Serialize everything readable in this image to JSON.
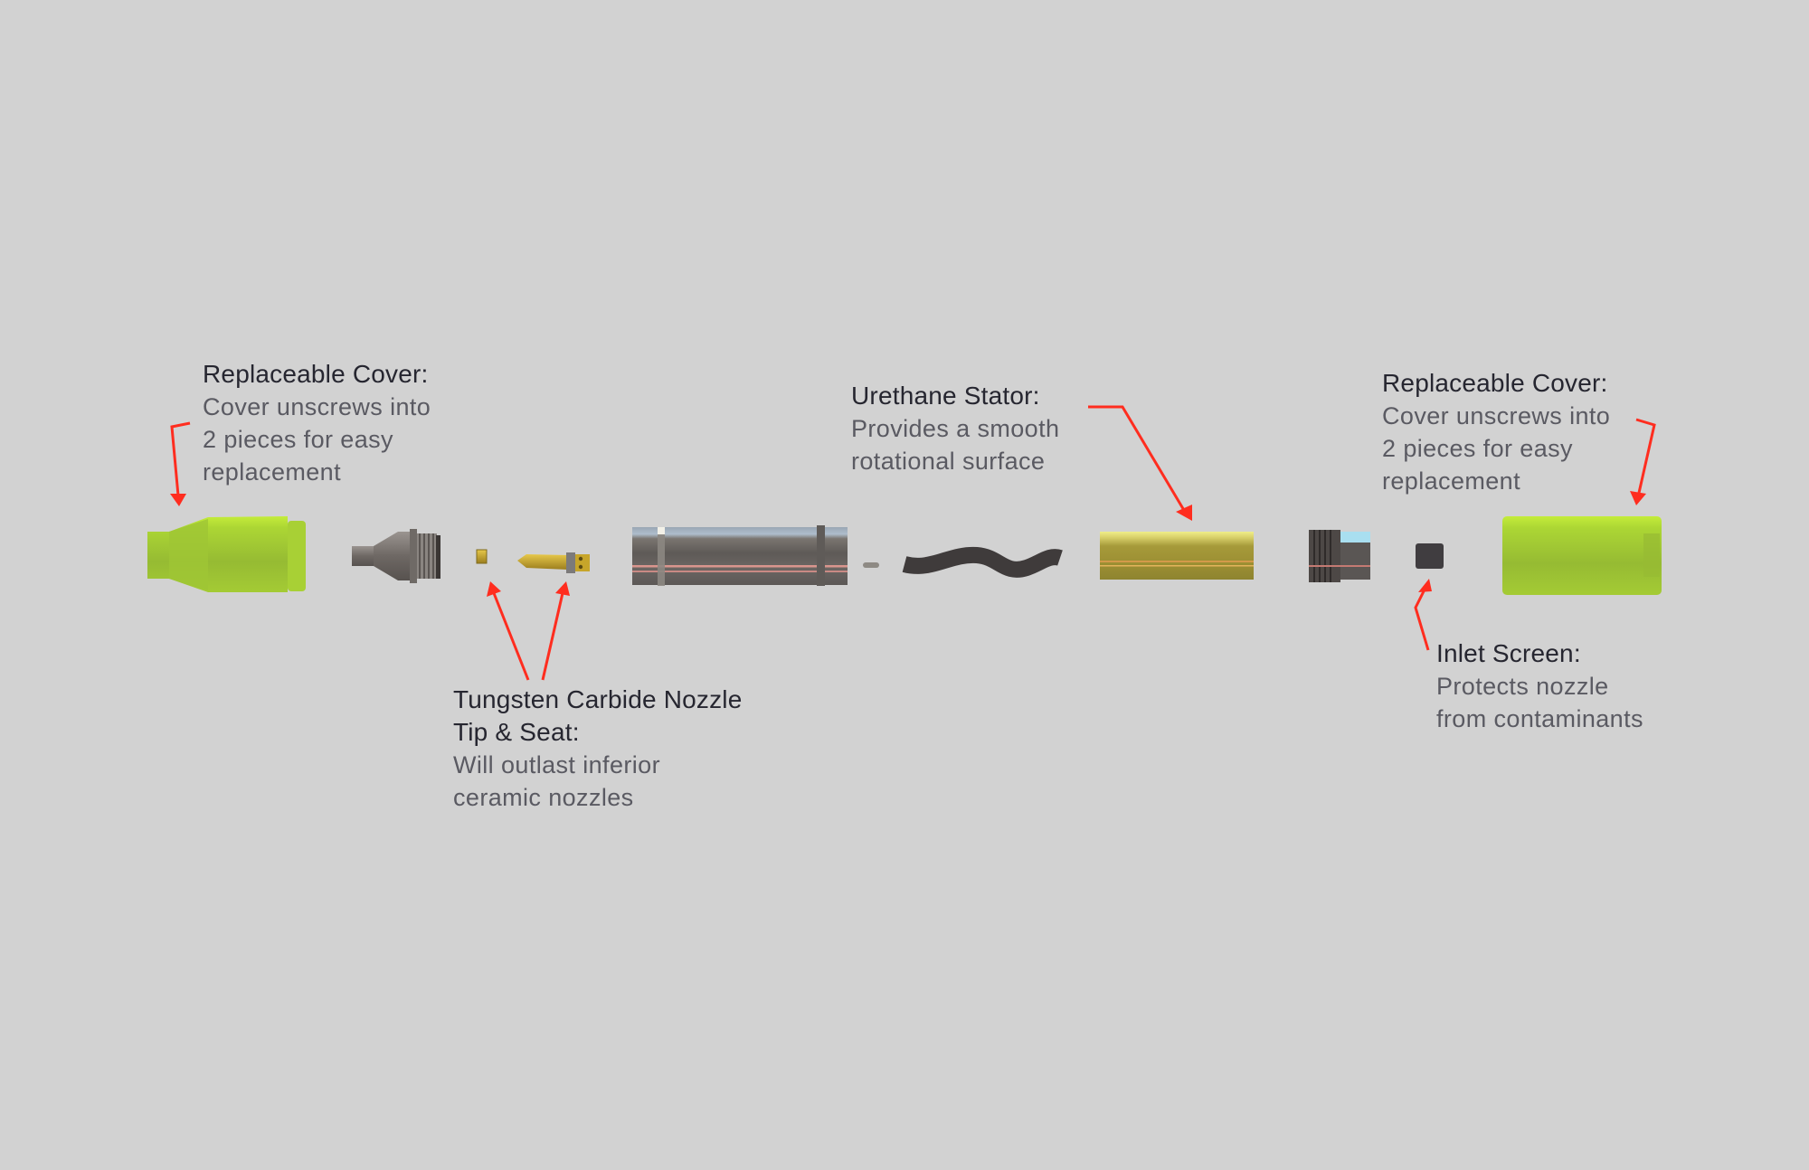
{
  "diagram": {
    "type": "exploded-view",
    "background": "#d2d2d2",
    "arrow_color": "#ff2d1f",
    "parts": [
      {
        "id": "left-cover",
        "color": "#a6d22e"
      },
      {
        "id": "nozzle-body",
        "color": "#77716d"
      },
      {
        "id": "nozzle-tip",
        "color": "#b89a2a"
      },
      {
        "id": "nozzle-seat",
        "color": "#c9a82c"
      },
      {
        "id": "housing-tube",
        "color": "#6b6663"
      },
      {
        "id": "pin",
        "color": "#8e8a84"
      },
      {
        "id": "rotor",
        "color": "#3f3b3b"
      },
      {
        "id": "urethane-stator",
        "color": "#b3a43a"
      },
      {
        "id": "end-fitting",
        "color": "#4e4a48"
      },
      {
        "id": "inlet-screen",
        "color": "#3f3d3f"
      },
      {
        "id": "right-cover",
        "color": "#a2c63a"
      }
    ],
    "labels": [
      {
        "id": "left-cover-label",
        "title": "Replaceable Cover:",
        "lines": [
          "Cover unscrews into",
          "2 pieces for easy",
          "replacement"
        ]
      },
      {
        "id": "nozzle-label",
        "title_lines": [
          "Tungsten Carbide Nozzle",
          "Tip & Seat:"
        ],
        "lines": [
          "Will outlast inferior",
          "ceramic nozzles"
        ]
      },
      {
        "id": "stator-label",
        "title": "Urethane Stator:",
        "lines": [
          "Provides a smooth",
          "rotational surface"
        ]
      },
      {
        "id": "right-cover-label",
        "title": "Replaceable Cover:",
        "lines": [
          "Cover unscrews into",
          "2 pieces for easy",
          "replacement"
        ]
      },
      {
        "id": "inlet-label",
        "title": "Inlet Screen:",
        "lines": [
          "Protects nozzle",
          "from contaminants"
        ]
      }
    ]
  }
}
